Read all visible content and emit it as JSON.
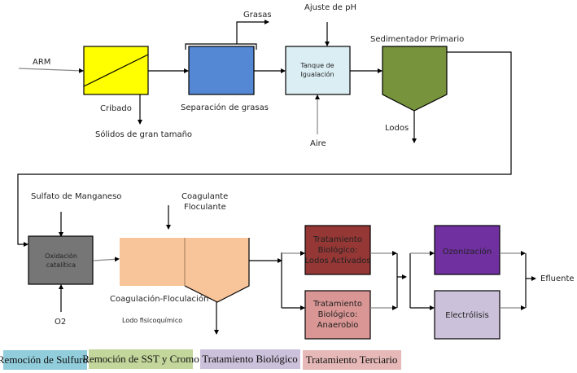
{
  "diagram": {
    "inputs": {
      "arm": "ARM",
      "grasas": "Grasas",
      "ajuste_ph": "Ajuste de pH",
      "aire": "Aire",
      "sulfato": "Sulfato de Manganeso",
      "coagulante_1": "Coagulante",
      "coagulante_2": "Floculante",
      "o2": "O2"
    },
    "outputs": {
      "solidos": "Sólidos de gran tamaño",
      "lodos": "Lodos",
      "lodo_fisico": "Lodo fisicoquímico",
      "efluente": "Efluente"
    },
    "units": {
      "cribado": {
        "label": "Cribado",
        "color": "#ffff00"
      },
      "separacion": {
        "label": "Separación de grasas",
        "color": "#5588d4"
      },
      "tanque": {
        "line1": "Tanque de",
        "line2": "Igualación",
        "color": "#dbeef4"
      },
      "sedimentador": {
        "label": "Sedimentador Primario",
        "color": "#77933c"
      },
      "oxidacion": {
        "line1": "Oxidación",
        "line2": "catalítica",
        "color": "#767676"
      },
      "coagulacion": {
        "label": "Coagulación-Floculación",
        "color": "#f8c49a"
      },
      "lodos_activados": {
        "line1": "Tratamiento",
        "line2": "Biológico:",
        "line3": "Lodos Activados",
        "color": "#953735"
      },
      "anaerobio": {
        "line1": "Tratamiento",
        "line2": "Biológico:",
        "line3": "Anaerobio",
        "color": "#d99694"
      },
      "ozonizacion": {
        "label": "Ozonización",
        "color": "#7030a0"
      },
      "electrolisis": {
        "label": "Electrólisis",
        "color": "#ccc1da"
      }
    }
  },
  "legend": [
    {
      "label": "Remoción de Sulfuros",
      "color": "#92cddc"
    },
    {
      "label": "Remoción de SST y Cromo",
      "color": "#c3d69b"
    },
    {
      "label": "Tratamiento Biológico",
      "color": "#ccc1da"
    },
    {
      "label": "Tratamiento Terciario",
      "color": "#e6b9b8"
    }
  ]
}
